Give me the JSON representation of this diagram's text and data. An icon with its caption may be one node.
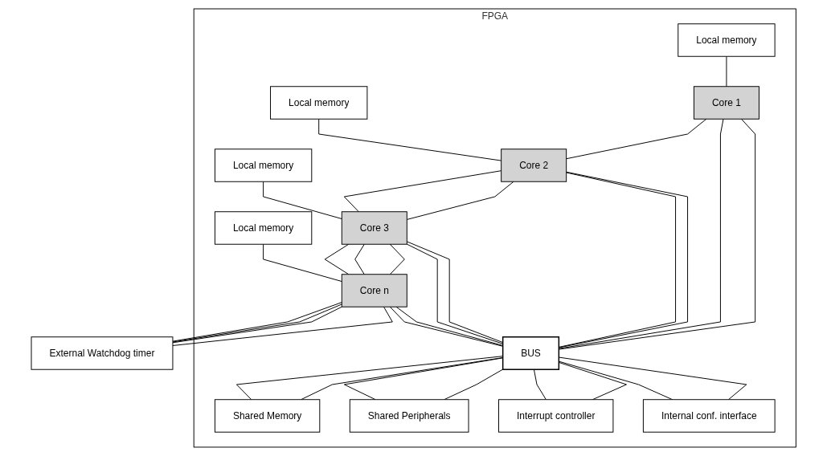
{
  "diagram": {
    "nodes": [
      {
        "text": [
          "FPGA"
        ]
      },
      {
        "text": [
          "Local memory"
        ],
        "in": 0
      },
      {
        "text": [
          "Local memory"
        ],
        "in": 0
      },
      {
        "text": [
          "Local memory"
        ],
        "in": 0
      },
      {
        "text": [
          "Local memory"
        ],
        "in": 0
      },
      {
        "text": [
          "Core 1"
        ],
        "in": 0
      },
      {
        "text": [
          "Core 2"
        ],
        "in": 0
      },
      {
        "text": [
          "Core 3"
        ],
        "in": 0
      },
      {
        "text": [
          "Core n"
        ],
        "in": 0
      },
      {
        "text": [
          "BUS"
        ],
        "in": 0
      },
      {
        "text": [
          "Shared Memory"
        ],
        "in": 0
      },
      {
        "text": [
          "Shared Peripherals"
        ],
        "in": 0
      },
      {
        "text": [
          "Interrupt controller"
        ],
        "in": 0
      },
      {
        "text": [
          "Internal conf. interface"
        ],
        "in": 0
      },
      {
        "text": [
          "External Watchdog timer"
        ]
      }
    ],
    "edges": [
      {
        "from": 1,
        "to": 5,
        "arrow": "none"
      },
      {
        "from": 2,
        "to": 6,
        "arrow": "none"
      },
      {
        "from": 3,
        "to": 7,
        "arrow": "none"
      },
      {
        "from": 4,
        "to": 8,
        "arrow": "none"
      },
      {
        "from": 5,
        "to": 6,
        "arrow": "none"
      },
      {
        "from": 6,
        "to": 7,
        "arrow": "none"
      },
      {
        "from": 6,
        "to": 7,
        "arrow": "none"
      },
      {
        "from": 7,
        "to": 8,
        "arrow": "none"
      },
      {
        "from": 7,
        "to": 8,
        "arrow": "none"
      },
      {
        "from": 7,
        "to": 8,
        "arrow": "none"
      },
      {
        "from": 8,
        "to": 14,
        "arrow": "none"
      },
      {
        "from": 8,
        "to": 14,
        "arrow": "none"
      },
      {
        "from": 8,
        "to": 14,
        "arrow": "none"
      },
      {
        "from": 8,
        "to": 14,
        "arrow": "none"
      },
      {
        "from": 5,
        "to": 9,
        "arrow": "none"
      },
      {
        "from": 5,
        "to": 9,
        "arrow": "none"
      },
      {
        "from": 6,
        "to": 9,
        "arrow": "none"
      },
      {
        "from": 6,
        "to": 9,
        "arrow": "none"
      },
      {
        "from": 7,
        "to": 9,
        "arrow": "none"
      },
      {
        "from": 7,
        "to": 9,
        "arrow": "none"
      },
      {
        "from": 8,
        "to": 9,
        "arrow": "none"
      },
      {
        "from": 8,
        "to": 9,
        "arrow": "none"
      },
      {
        "from": 9,
        "to": 10,
        "arrow": "none"
      },
      {
        "from": 9,
        "to": 10,
        "arrow": "none"
      },
      {
        "from": 9,
        "to": 11,
        "arrow": "none"
      },
      {
        "from": 9,
        "to": 11,
        "arrow": "none"
      },
      {
        "from": 9,
        "to": 12,
        "arrow": "none"
      },
      {
        "from": 9,
        "to": 12,
        "arrow": "none"
      },
      {
        "from": 9,
        "to": 13,
        "arrow": "none"
      },
      {
        "from": 9,
        "to": 13,
        "arrow": "none"
      }
    ]
  }
}
